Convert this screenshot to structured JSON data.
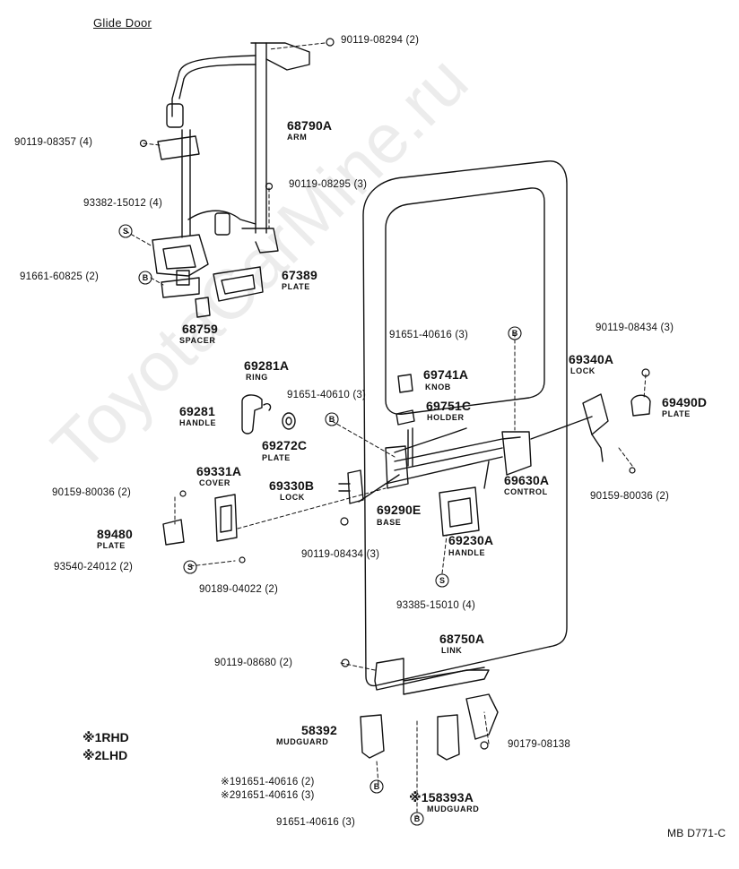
{
  "title": "Glide Door",
  "footer_code": "MB D771-C",
  "watermark": "ToyotaCarMine.ru",
  "legend": [
    {
      "mark": "※1",
      "text": "RHD"
    },
    {
      "mark": "※2",
      "text": "LHD"
    }
  ],
  "parts": [
    {
      "id": "p90119_08294",
      "text": "90119-08294 (2)"
    },
    {
      "id": "p68790A",
      "text": "68790A",
      "sub": "ARM"
    },
    {
      "id": "p90119_08357",
      "text": "90119-08357 (4)"
    },
    {
      "id": "p90119_08295",
      "text": "90119-08295 (3)"
    },
    {
      "id": "p93382",
      "text": "93382-15012 (4)"
    },
    {
      "id": "p91661",
      "text": "91661-60825 (2)"
    },
    {
      "id": "p67389",
      "text": "67389",
      "sub": "PLATE"
    },
    {
      "id": "p68759",
      "text": "68759",
      "sub": "SPACER"
    },
    {
      "id": "p90119_08434_r",
      "text": "90119-08434 (3)"
    },
    {
      "id": "p91651_40616_a",
      "text": "91651-40616 (3)"
    },
    {
      "id": "p69281A",
      "text": "69281A",
      "sub": "RING"
    },
    {
      "id": "p69741A",
      "text": "69741A",
      "sub": "KNOB"
    },
    {
      "id": "p69340A",
      "text": "69340A",
      "sub": "LOCK"
    },
    {
      "id": "p91651_40610",
      "text": "91651-40610 (3)"
    },
    {
      "id": "p69490D",
      "text": "69490D",
      "sub": "PLATE"
    },
    {
      "id": "p69751C",
      "text": "69751C",
      "sub": "HOLDER"
    },
    {
      "id": "p69281",
      "text": "69281",
      "sub": "HANDLE"
    },
    {
      "id": "p69272C",
      "text": "69272C",
      "sub": "PLATE"
    },
    {
      "id": "p69331A",
      "text": "69331A",
      "sub": "COVER"
    },
    {
      "id": "p69330B",
      "text": "69330B",
      "sub": "LOCK"
    },
    {
      "id": "p69630A",
      "text": "69630A",
      "sub": "CONTROL"
    },
    {
      "id": "p90159_l",
      "text": "90159-80036 (2)"
    },
    {
      "id": "p90159_r",
      "text": "90159-80036 (2)"
    },
    {
      "id": "p69290E",
      "text": "69290E",
      "sub": "BASE"
    },
    {
      "id": "p89480",
      "text": "89480",
      "sub": "PLATE"
    },
    {
      "id": "p69230A",
      "text": "69230A",
      "sub": "HANDLE"
    },
    {
      "id": "p90119_08434_c",
      "text": "90119-08434 (3)"
    },
    {
      "id": "p93540",
      "text": "93540-24012 (2)"
    },
    {
      "id": "p90189",
      "text": "90189-04022 (2)"
    },
    {
      "id": "p93385",
      "text": "93385-15010 (4)"
    },
    {
      "id": "p68750A",
      "text": "68750A",
      "sub": "LINK"
    },
    {
      "id": "p90119_08680",
      "text": "90119-08680 (2)"
    },
    {
      "id": "p58392",
      "text": "58392",
      "sub": "MUDGUARD"
    },
    {
      "id": "p90179",
      "text": "90179-08138"
    },
    {
      "id": "p91651_r1",
      "text": "※191651-40616 (2)"
    },
    {
      "id": "p91651_r2",
      "text": "※291651-40616 (3)"
    },
    {
      "id": "p58393A",
      "text": "※158393A",
      "sub": "MUDGUARD"
    },
    {
      "id": "p91651_bot",
      "text": "91651-40616 (3)"
    }
  ]
}
